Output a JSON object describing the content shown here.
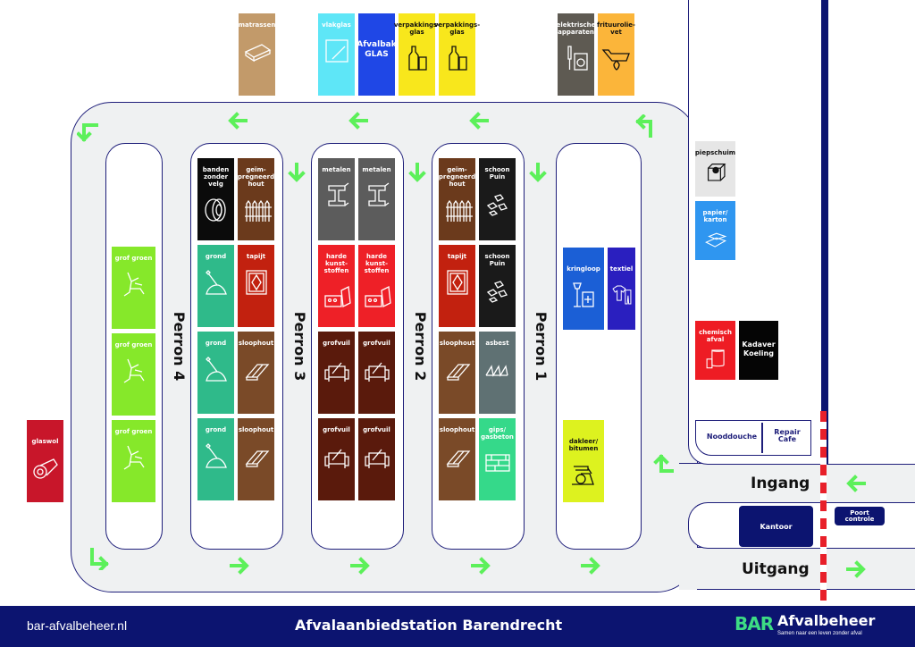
{
  "title": "Afvalaanbiedstation Barendrecht",
  "footer": {
    "website": "bar-afvalbeheer.nl",
    "title": "Afvalaanbiedstation Barendrecht",
    "logo_mark": "BAR",
    "logo_text": "Afvalbeheer",
    "logo_tagline": "Samen naar een leven zonder afval"
  },
  "top_bins": [
    {
      "label": "matrassen",
      "icon": "mattress-icon",
      "color": "#c29a6a"
    },
    {
      "label": "vlakglas",
      "icon": "flat-glass-icon",
      "color": "#5ee6f7"
    },
    {
      "label": "Afvalbak\nGLAS",
      "icon": "",
      "color": "#1f47e6"
    },
    {
      "label": "verpakkings-\nglas",
      "icon": "bottle-jar-icon",
      "color": "#f8e71c"
    },
    {
      "label": "verpakkings-\nglas",
      "icon": "bottle-jar-icon",
      "color": "#f8e71c"
    },
    {
      "label": "elektrische\napparaten",
      "icon": "appliance-icon",
      "color": "#5e5a52"
    },
    {
      "label": "frituurolie-\nvet",
      "icon": "fryer-icon",
      "color": "#fbb53a"
    }
  ],
  "perrons": [
    {
      "name": "Perron 4",
      "bins": [
        {
          "label": "grof groen",
          "icon": "branches-icon",
          "color": "#86e82a"
        },
        {
          "label": "grof groen",
          "icon": "branches-icon",
          "color": "#86e82a"
        },
        {
          "label": "grof groen",
          "icon": "branches-icon",
          "color": "#86e82a"
        }
      ]
    },
    {
      "name": "Perron 3",
      "bins": [
        {
          "label": "banden\nzonder\nvelg",
          "icon": "tire-icon",
          "color": "#0b0b0b"
        },
        {
          "label": "geïm-\npregneerd\nhout",
          "icon": "fence-icon",
          "color": "#6b3a1c"
        },
        {
          "label": "grond",
          "icon": "shovel-icon",
          "color": "#2fba8a"
        },
        {
          "label": "tapijt",
          "icon": "carpet-icon",
          "color": "#c2210f"
        },
        {
          "label": "grond",
          "icon": "shovel-icon",
          "color": "#2fba8a"
        },
        {
          "label": "sloophout",
          "icon": "planks-icon",
          "color": "#7a4a28"
        },
        {
          "label": "grond",
          "icon": "shovel-icon",
          "color": "#2fba8a"
        },
        {
          "label": "sloophout",
          "icon": "planks-icon",
          "color": "#7a4a28"
        }
      ]
    },
    {
      "name": "Perron 2",
      "bins": [
        {
          "label": "metalen",
          "icon": "beam-icon",
          "color": "#5c5c5c"
        },
        {
          "label": "metalen",
          "icon": "beam-icon",
          "color": "#5c5c5c"
        },
        {
          "label": "harde\nkunst-\nstoffen",
          "icon": "plastic-icon",
          "color": "#ee2027"
        },
        {
          "label": "harde\nkunst-\nstoffen",
          "icon": "plastic-icon",
          "color": "#ee2027"
        },
        {
          "label": "grofvuil",
          "icon": "armchair-icon",
          "color": "#5a1a0c"
        },
        {
          "label": "grofvuil",
          "icon": "armchair-icon",
          "color": "#5a1a0c"
        },
        {
          "label": "grofvuil",
          "icon": "armchair-icon",
          "color": "#5a1a0c"
        },
        {
          "label": "grofvuil",
          "icon": "armchair-icon",
          "color": "#5a1a0c"
        }
      ]
    },
    {
      "name": "Perron 1",
      "bins": [
        {
          "label": "geïm-\npregneerd\nhout",
          "icon": "fence-icon",
          "color": "#6b3a1c"
        },
        {
          "label": "schoon\nPuin",
          "icon": "rubble-icon",
          "color": "#1a1a1a"
        },
        {
          "label": "tapijt",
          "icon": "carpet-icon",
          "color": "#c2210f"
        },
        {
          "label": "schoon\nPuin",
          "icon": "rubble-icon",
          "color": "#1a1a1a"
        },
        {
          "label": "sloophout",
          "icon": "planks-icon",
          "color": "#7a4a28"
        },
        {
          "label": "asbest",
          "icon": "corrugated-sheet-icon",
          "color": "#5f7173"
        },
        {
          "label": "sloophout",
          "icon": "planks-icon",
          "color": "#7a4a28"
        },
        {
          "label": "gips/\ngasbeton",
          "icon": "wall-icon",
          "color": "#35d98a"
        }
      ]
    }
  ],
  "island1_bins": [
    {
      "label": "kringloop",
      "icon": "furniture-icon",
      "color": "#1b5fd6"
    },
    {
      "label": "textiel",
      "icon": "clothes-icon",
      "color": "#2a1fbf"
    },
    {
      "label": "dakleer/\nbitumen",
      "icon": "roofing-torch-icon",
      "color": "#ddf21f"
    }
  ],
  "left_bin": {
    "label": "glaswol",
    "icon": "insulation-roll-icon",
    "color": "#c8162a"
  },
  "right_bins": [
    {
      "label": "piepschuim",
      "icon": "styrofoam-box-icon",
      "color": "#e6e6e6"
    },
    {
      "label": "papier/\nkarton",
      "icon": "cardboard-icon",
      "color": "#2f96f0"
    },
    {
      "label": "chemisch\nafval",
      "icon": "paint-bucket-icon",
      "color": "#ee1c24"
    },
    {
      "label": "Kadaver\nKoeling",
      "icon": "",
      "color": "#050505"
    }
  ],
  "facilities": {
    "nooddouche": "Nooddouche",
    "repair_cafe": "Repair\nCafe",
    "kantoor": "Kantoor",
    "poortcontrole": "Poort\ncontrole",
    "ingang": "Ingang",
    "uitgang": "Uitgang"
  },
  "colors": {
    "arrow": "#5cf05a",
    "outline": "#1e1e7a",
    "road": "#eff1f2",
    "footer": "#0c1470",
    "gate": "#e8202a",
    "logo_green": "#3ddc84"
  }
}
